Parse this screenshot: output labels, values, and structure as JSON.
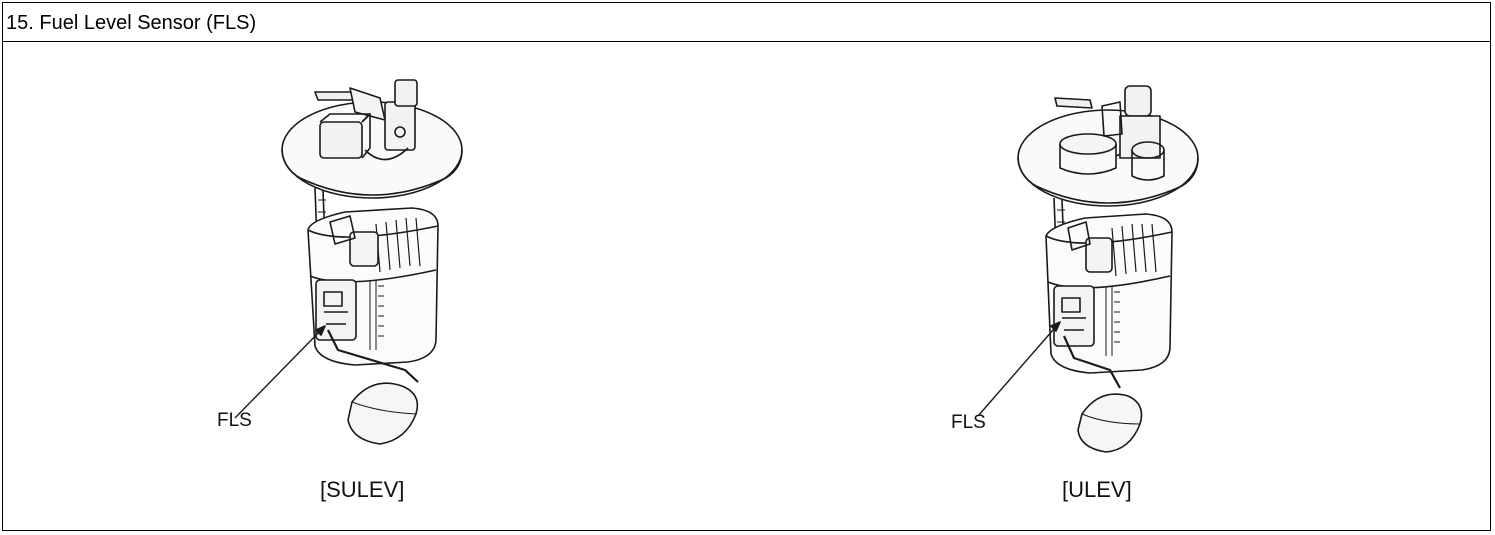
{
  "section": {
    "title": "15. Fuel Level Sensor (FLS)"
  },
  "figures": [
    {
      "callout": "FLS",
      "caption": "[SULEV]",
      "icon": "fuel-pump-module-illustration"
    },
    {
      "callout": "FLS",
      "caption": "[ULEV]",
      "icon": "fuel-pump-module-illustration"
    }
  ],
  "colors": {
    "line": "#1a1a1a",
    "background": "#ffffff"
  }
}
